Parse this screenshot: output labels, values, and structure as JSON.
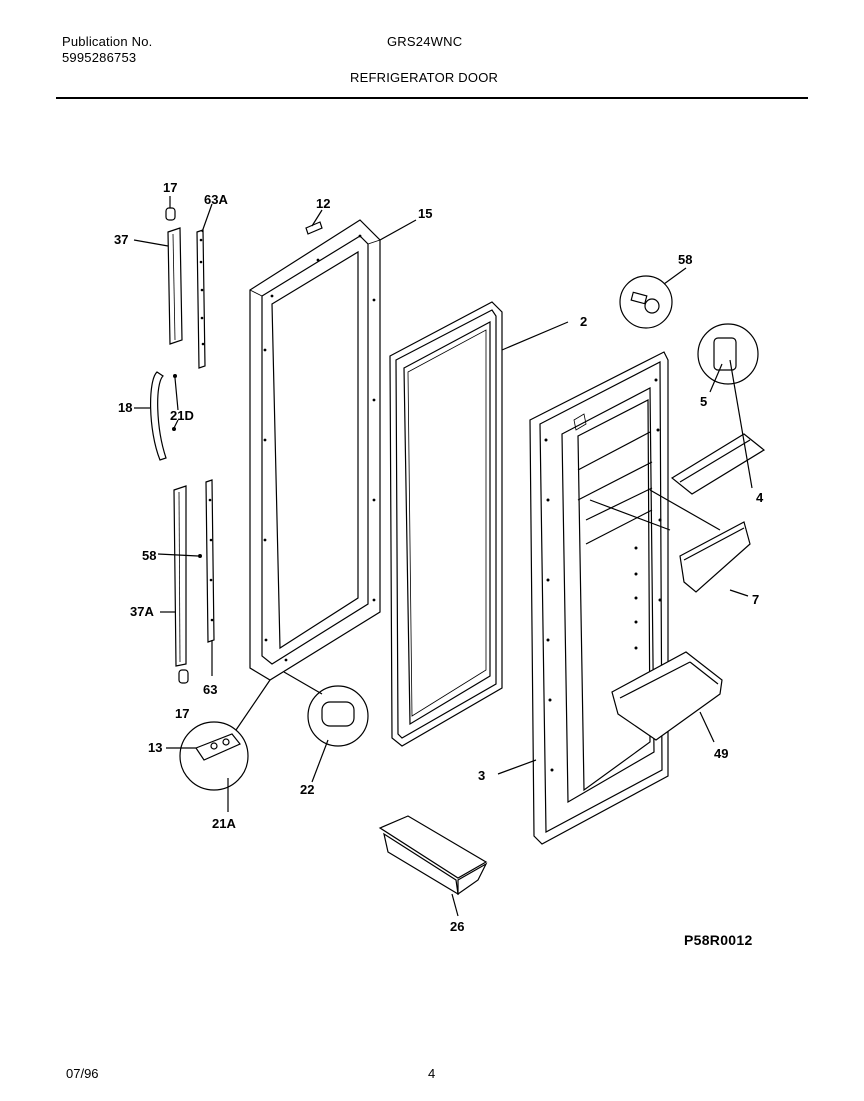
{
  "header": {
    "publication_label": "Publication No.",
    "publication_number": "5995286753",
    "model": "GRS24WNC",
    "section_title": "REFRIGERATOR DOOR"
  },
  "diagram": {
    "drawing_code": "P58R0012",
    "part_labels": {
      "p17_top": "17",
      "p63A": "63A",
      "p12": "12",
      "p15": "15",
      "p37": "37",
      "p58_top": "58",
      "p2": "2",
      "p18": "18",
      "p21D": "21D",
      "p5": "5",
      "p4": "4",
      "p58_mid": "58",
      "p7": "7",
      "p37A": "37A",
      "p63": "63",
      "p17_bot": "17",
      "p13": "13",
      "p22": "22",
      "p49": "49",
      "p21A": "21A",
      "p3": "3",
      "p26": "26"
    }
  },
  "footer": {
    "date": "07/96",
    "page_number": "4"
  }
}
